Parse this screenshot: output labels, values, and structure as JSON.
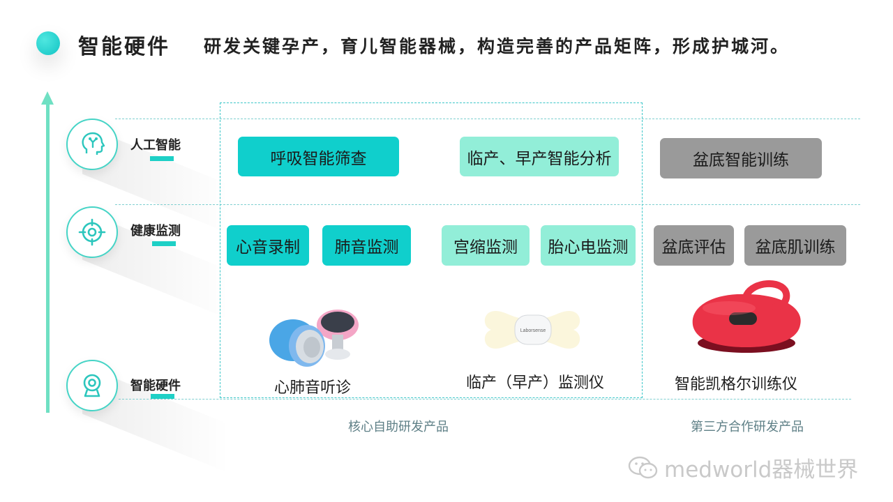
{
  "header": {
    "title": "智能硬件",
    "subtitle": "研发关键孕产，育儿智能器械，构造完善的产品矩阵，形成护城河。"
  },
  "rows": [
    {
      "label": "人工智能",
      "icon": "ai-head-icon"
    },
    {
      "label": "健康监测",
      "icon": "target-crosshair-icon"
    },
    {
      "label": "智能硬件",
      "icon": "webcam-device-icon"
    }
  ],
  "boxes": {
    "ai": [
      "呼吸智能筛查",
      "临产、早产智能分析",
      "盆底智能训练"
    ],
    "monitoring": [
      "心音录制",
      "肺音监测",
      "宫缩监测",
      "胎心电监测",
      "盆底评估",
      "盆底肌训练"
    ]
  },
  "products": [
    {
      "caption": "心肺音听诊",
      "icon": "stethoscope-device-icon"
    },
    {
      "caption": "临产（早产）监测仪",
      "icon": "labor-monitor-patch-icon",
      "device_text": "Laborsense"
    },
    {
      "caption": "智能凯格尔训练仪",
      "icon": "kegel-trainer-device-icon"
    }
  ],
  "groups": {
    "core": "核心自助研发产品",
    "third_party": "第三方合作研发产品"
  },
  "watermark": "medworld器械世界",
  "colors": {
    "teal": "#10cfcc",
    "mint": "#92eed8",
    "gray": "#9a9a9a",
    "accent": "#1ed0c6"
  }
}
